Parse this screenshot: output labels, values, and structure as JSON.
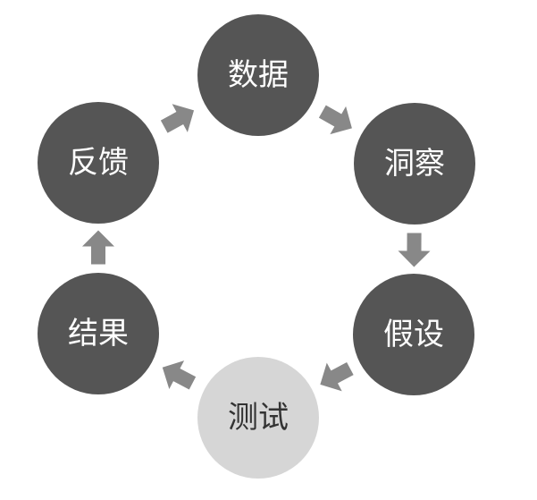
{
  "diagram": {
    "nodes": [
      {
        "id": "data",
        "label": "数据",
        "state": "dark"
      },
      {
        "id": "insight",
        "label": "洞察",
        "state": "dark"
      },
      {
        "id": "hypothesis",
        "label": "假设",
        "state": "dark"
      },
      {
        "id": "test",
        "label": "测试",
        "state": "light"
      },
      {
        "id": "result",
        "label": "结果",
        "state": "dark"
      },
      {
        "id": "feedback",
        "label": "反馈",
        "state": "dark"
      }
    ],
    "edges": [
      {
        "from": "data",
        "to": "insight"
      },
      {
        "from": "insight",
        "to": "hypothesis"
      },
      {
        "from": "hypothesis",
        "to": "test"
      },
      {
        "from": "test",
        "to": "result"
      },
      {
        "from": "result",
        "to": "feedback"
      },
      {
        "from": "feedback",
        "to": "data"
      }
    ],
    "colors": {
      "node_dark": "#555555",
      "node_light": "#d6d6d6",
      "label_on_dark": "#ffffff",
      "label_on_light": "#333333",
      "arrow": "#888888"
    }
  }
}
